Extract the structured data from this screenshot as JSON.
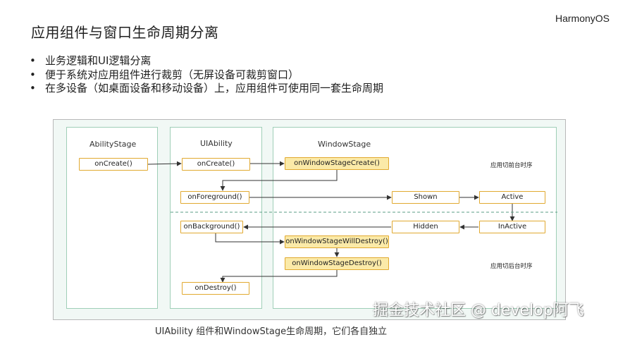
{
  "title": "应用组件与窗口生命周期分离",
  "brand": "HarmonyOS",
  "bullets": [
    "业务逻辑和UI逻辑分离",
    "便于系统对应用组件进行裁剪（无屏设备可裁剪窗口）",
    "在多设备（如桌面设备和移动设备）上，应用组件可使用同一套生命周期"
  ],
  "columns": {
    "abilitystage": "AbilityStage",
    "uiability": "UIAbility",
    "windowstage": "WindowStage"
  },
  "nodes": {
    "stage_oncreate": "onCreate()",
    "ui_oncreate": "onCreate()",
    "ui_onforeground": "onForeground()",
    "ui_onbackground": "onBackground()",
    "ui_ondestroy": "onDestroy()",
    "ws_create": "onWindowStageCreate()",
    "ws_willdestroy": "onWindowStageWillDestroy()",
    "ws_destroy": "onWindowStageDestroy()",
    "shown": "Shown",
    "active": "Active",
    "hidden": "Hidden",
    "inactive": "InActive"
  },
  "side_labels": {
    "foreground": "应用切前台时序",
    "background": "应用切后台时序"
  },
  "footer": "UIAbility 组件和WindowStage生命周期，它们各自独立",
  "watermark": "掘金技术社区 @ develop阿飞",
  "colors": {
    "node_border": "#e1a930",
    "node_highlight": "#fbeaa8",
    "panel_border": "#9fcfb7",
    "panel_bg": "#f1f8f5"
  }
}
